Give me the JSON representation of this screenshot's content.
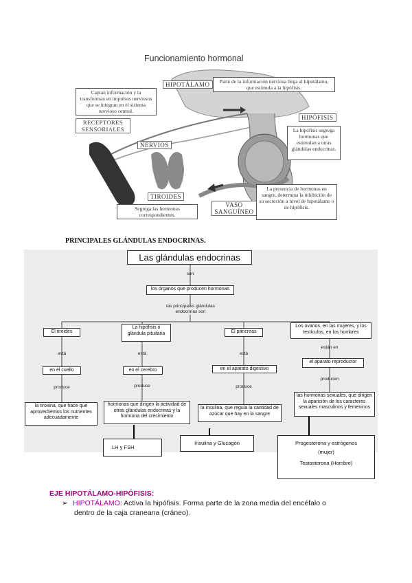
{
  "figure": {
    "title": "Funcionamiento hormonal",
    "labels": {
      "hipotalamo": "HIPOTÁLAMO",
      "hipotalamo_note": "Parte de la información nerviosa llega al hipotálamo, que estimula a la hipófisis.",
      "receptores_note": "Captan información y la transforman en impulsos nerviosos que se integran en el sistema nervioso central.",
      "receptores": "RECEPTORES SENSORIALES",
      "nervios": "NERVIOS",
      "hipofisis": "HIPÓFISIS",
      "hipofisis_note": "La hipófisis segrega hormonas que estimulan a otras glándulas endocrinas.",
      "tiroides": "TIROIDES",
      "tiroides_note": "Segrega las hormonas correspondientes.",
      "vaso": "VASO SANGUÍNEO",
      "vaso_note": "La presencia de hormonas en sangre, determina la inhibición de su secreción a nivel de hipotálamo o de hipófisis."
    }
  },
  "map": {
    "heading": "PRINCIPALES GLÁNDULAS ENDOCRINAS.",
    "root": "Las glándulas endocrinas",
    "son": "son",
    "def": "los órganos que producen hormonas",
    "principales": "las principales glándulas endocrinas son",
    "glands": [
      {
        "name": "El tiroides",
        "link1": "está",
        "loc": "en el cuello",
        "link2": "produce",
        "prod": "la tiroxina, que hace que aprovechemos los nutrientes adecuadamente"
      },
      {
        "name": "La hipófisis o glándula pituitaria",
        "link1": "está",
        "loc": "en el cerebro",
        "link2": "produce",
        "prod": "hormonas que dirigen la actividad de otras glándulas endocrinas y la hormona del crecimiento"
      },
      {
        "name": "El páncreas",
        "link1": "está",
        "loc": "en el aparato digestivo",
        "link2": "produce",
        "prod": "la insulina, que regula la cantidad de azúcar que hay en la sangre"
      },
      {
        "name": "Los ovarios, en las mujeres, y los testículos, en los hombres",
        "link1": "están en",
        "loc": "el aparato reproductor",
        "link2": "producen",
        "prod": "las hormonas sexuales, que dirigen la aparición de los caracteres sexuales masculinos y femeninos"
      }
    ],
    "outputs": {
      "lh": "LH y FSH",
      "insulina": "Insulina y Glucagón",
      "prog": "Progesterona y estrógenos",
      "mujer": "(mujer)",
      "testo": "Testosterona (Hombre)"
    }
  },
  "section": {
    "title": "EJE HIPOTÁLAMO-HIPÓFISIS:",
    "bullet_arrow": "➢",
    "term": "HIPOTÁLAMO",
    "text_line1": ": Activa la hipófisis. Forma parte de la zona media del encéfalo o",
    "text_line2": "dentro de la caja craneana (cráneo)."
  }
}
